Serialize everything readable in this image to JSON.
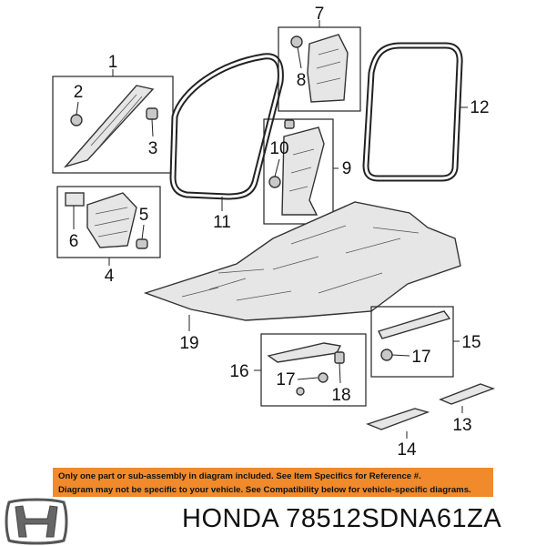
{
  "callouts": {
    "c1": "1",
    "c2": "2",
    "c3": "3",
    "c4": "4",
    "c5": "5",
    "c6": "6",
    "c7": "7",
    "c8": "8",
    "c9": "9",
    "c10": "10",
    "c11": "11",
    "c12": "12",
    "c13": "13",
    "c14": "14",
    "c15": "15",
    "c16": "16",
    "c17a": "17",
    "c17b": "17",
    "c18": "18",
    "c19": "19"
  },
  "notice": {
    "line1": "Only one part or sub-assembly in diagram included. See Item Specifics for Reference #.",
    "line2": "Diagram may not be specific to your vehicle. See Compatibility below for vehicle-specific diagrams.",
    "color": "#f08a2a"
  },
  "brand": {
    "logo_icon": "honda-h-logo",
    "text": "HONDA 78512SDNA61ZA"
  }
}
